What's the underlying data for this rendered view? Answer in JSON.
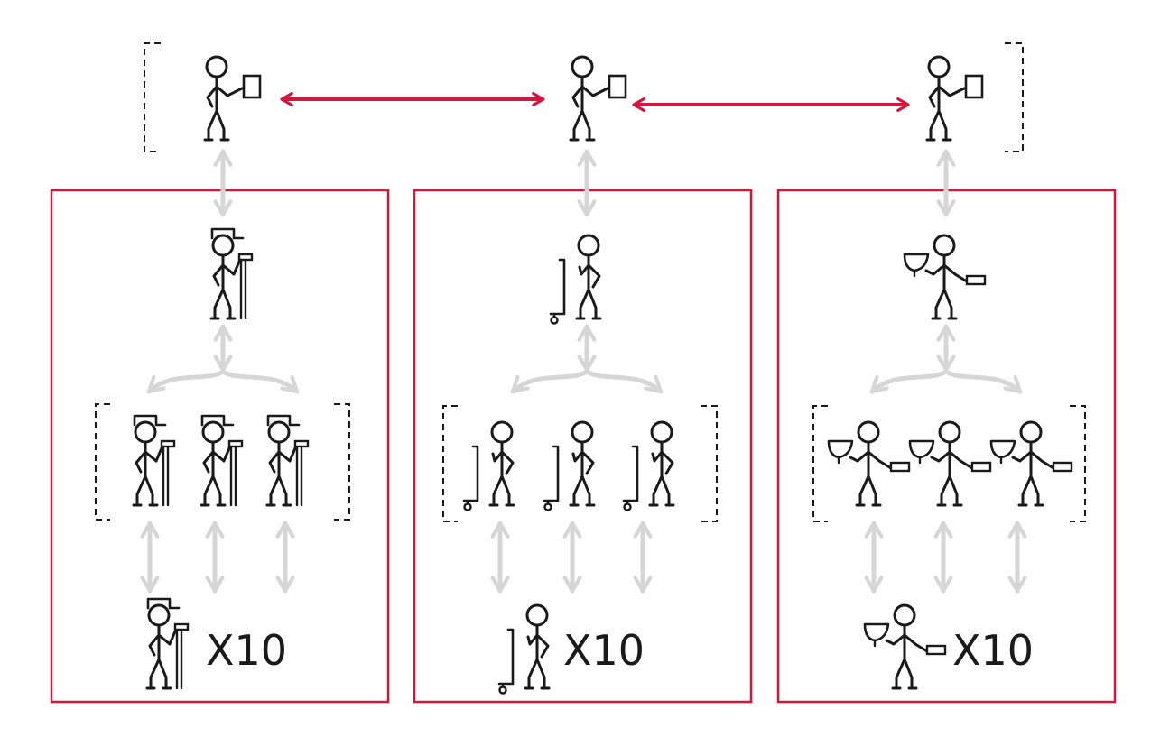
{
  "colors": {
    "accent": "#d4163c",
    "ink": "#1a1a1a",
    "connector": "#d6d6d6",
    "background": "#ffffff"
  },
  "top_row": {
    "figures": [
      "manager-with-document",
      "manager-with-document",
      "manager-with-document"
    ],
    "links": [
      "bidirectional-red-arrow",
      "bidirectional-red-arrow"
    ]
  },
  "teams": [
    {
      "figure": "painter-with-roller",
      "lead_count": 1,
      "group_count": 3,
      "bottom_label": "X10"
    },
    {
      "figure": "worker-with-hand-truck",
      "lead_count": 1,
      "group_count": 3,
      "bottom_label": "X10"
    },
    {
      "figure": "worker-with-trowel",
      "lead_count": 1,
      "group_count": 3,
      "bottom_label": "X10"
    }
  ]
}
